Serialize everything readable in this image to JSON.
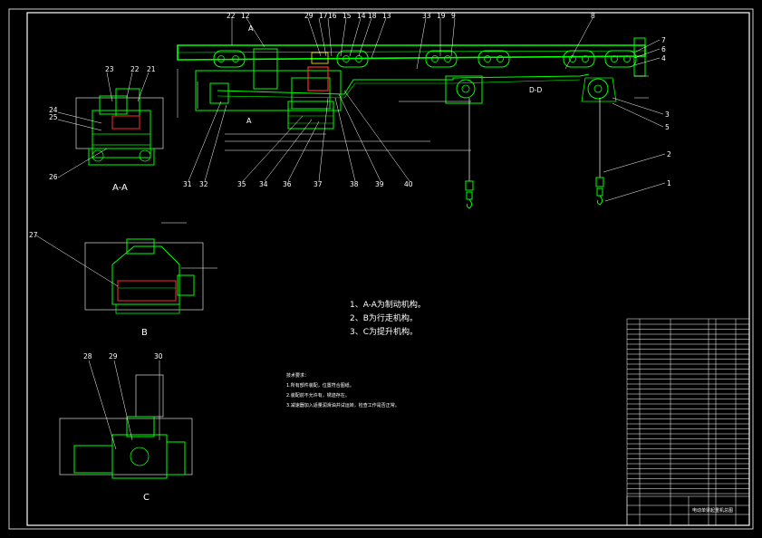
{
  "colors": {
    "background": "#000000",
    "frame": "#ffffff",
    "main_structure": "#00ff00",
    "leaders": "#ffffff",
    "dimensions": "#ffffff",
    "accent": "#ffff00",
    "red": "#ff2a2a"
  },
  "views": {
    "section_aa": "A-A",
    "view_b": "B",
    "view_c": "C",
    "section_dd": "D-D",
    "section_mark_a": "A",
    "section_mark_a2": "A"
  },
  "notes": {
    "line1": "1、A-A为制动机构。",
    "line2": "2、B为行走机构。",
    "line3": "3、C为提升机构。"
  },
  "tech_requirements": {
    "title": "技术要求：",
    "item1": "1.所有部件装配，位置符合图纸。",
    "item2": "2.装配前不允许有，锈迹存在。",
    "item3": "3.减速器加入适量润滑油并试运转，检查工作是否正常。"
  },
  "part_numbers_top": [
    "22",
    "12",
    "29",
    "17",
    "16",
    "15",
    "14",
    "18",
    "13",
    "33",
    "19",
    "9",
    "8"
  ],
  "part_numbers_right": [
    "7",
    "6",
    "4",
    "3",
    "5",
    "2",
    "1"
  ],
  "part_numbers_bottom": [
    "31",
    "32",
    "35",
    "34",
    "36",
    "37",
    "38",
    "39",
    "40"
  ],
  "part_numbers_aa": [
    "23",
    "22",
    "21",
    "24",
    "25",
    "26"
  ],
  "part_numbers_b": [
    "27"
  ],
  "part_numbers_c": [
    "28",
    "29",
    "30"
  ],
  "title_block": {
    "drawing_title": "电动单梁起重机总图"
  }
}
